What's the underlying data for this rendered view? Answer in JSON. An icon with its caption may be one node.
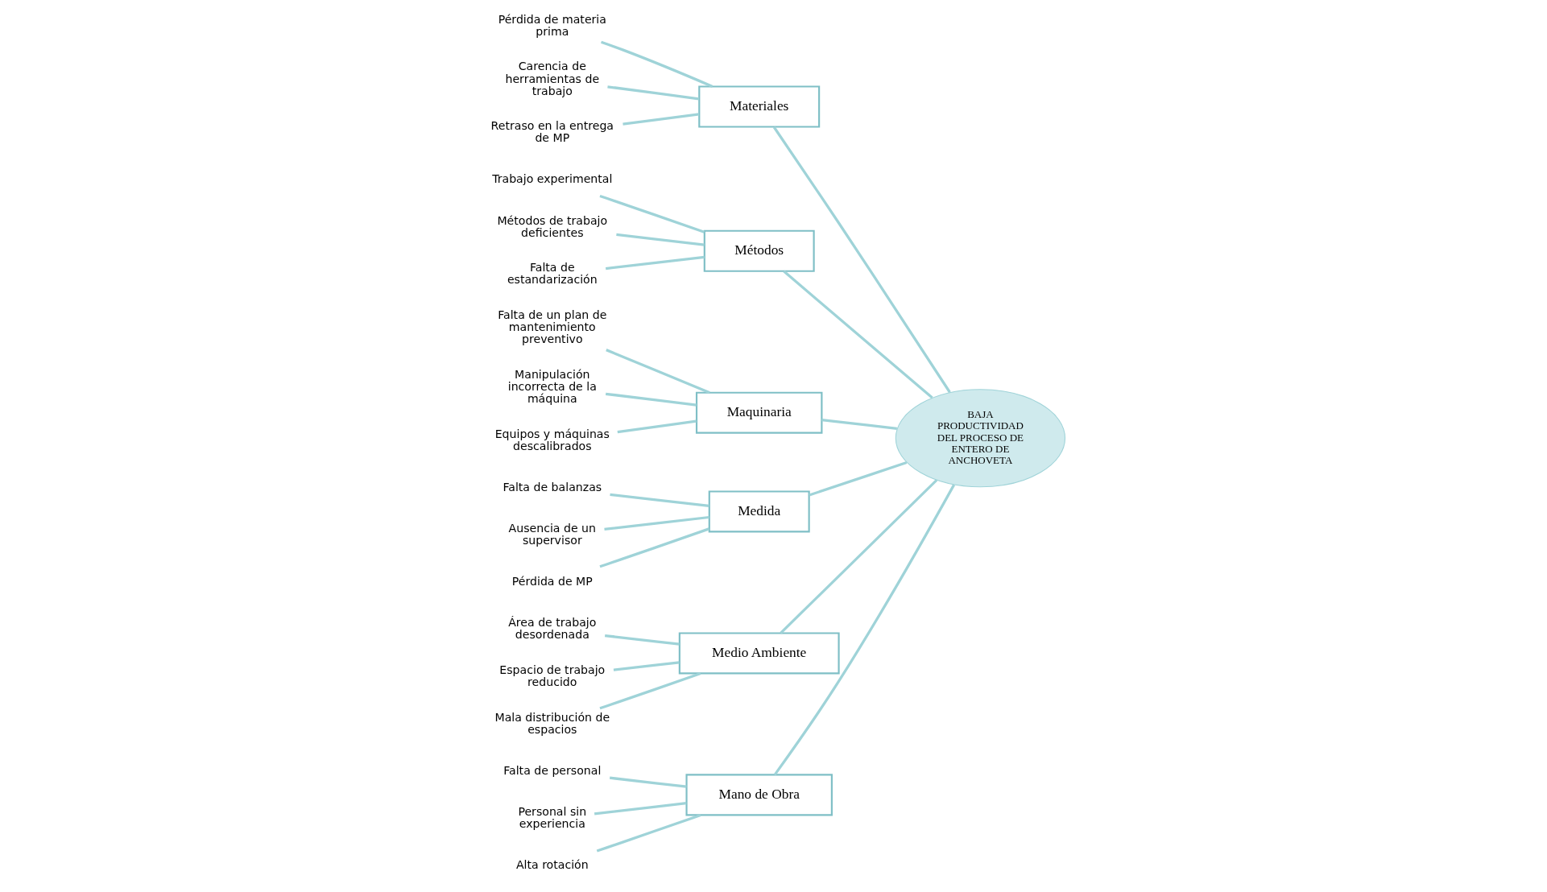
{
  "diagram": {
    "nodes": [
      {
        "text": [
          "Mano de Obra"
        ]
      },
      {
        "text": [
          "Falta de personal"
        ]
      },
      {
        "text": [
          "Personal sin experiencia"
        ]
      },
      {
        "text": [
          "Alta rotación"
        ]
      },
      {
        "text": [
          "Materiales"
        ]
      },
      {
        "text": [
          "Pérdida de materia prima"
        ]
      },
      {
        "text": [
          "Carencia de herramientas de trabajo"
        ]
      },
      {
        "text": [
          "Retraso en la entrega de MP"
        ]
      },
      {
        "text": [
          "Métodos"
        ]
      },
      {
        "text": [
          "Trabajo experimental"
        ]
      },
      {
        "text": [
          "Métodos de trabajo deficientes"
        ]
      },
      {
        "text": [
          "Falta de estandarización"
        ]
      },
      {
        "text": [
          "BAJA PRODUCTIVIDAD DEL PROCESO DE ENTERO DE ANCHOVETA"
        ]
      },
      {
        "text": [
          "Maquinaria"
        ]
      },
      {
        "text": [
          "Falta de un plan de mantenimiento preventivo"
        ]
      },
      {
        "text": [
          "Manipulación incorrecta de la máquina"
        ]
      },
      {
        "text": [
          "Equipos y máquinas descalibrados"
        ]
      },
      {
        "text": [
          "Medida"
        ]
      },
      {
        "text": [
          "Falta de balanzas"
        ]
      },
      {
        "text": [
          "Ausencia de un supervisor"
        ]
      },
      {
        "text": [
          "Pérdida de MP"
        ]
      },
      {
        "text": [
          "Medio Ambiente"
        ]
      },
      {
        "text": [
          "Área de trabajo desordenada"
        ]
      },
      {
        "text": [
          "Espacio de trabajo reducido"
        ]
      },
      {
        "text": [
          "Mala distribución de espacios"
        ]
      }
    ],
    "edges": [
      {
        "from": 1,
        "to": 0,
        "arrow": "none"
      },
      {
        "from": 2,
        "to": 0,
        "arrow": "none"
      },
      {
        "from": 3,
        "to": 0,
        "arrow": "none"
      },
      {
        "from": 5,
        "to": 4,
        "arrow": "none"
      },
      {
        "from": 6,
        "to": 4,
        "arrow": "none"
      },
      {
        "from": 7,
        "to": 4,
        "arrow": "none"
      },
      {
        "from": 9,
        "to": 8,
        "arrow": "none"
      },
      {
        "from": 10,
        "to": 8,
        "arrow": "none"
      },
      {
        "from": 11,
        "to": 8,
        "arrow": "none"
      },
      {
        "from": 0,
        "to": 12,
        "arrow": "none"
      },
      {
        "from": 4,
        "to": 12,
        "arrow": "none"
      },
      {
        "from": 8,
        "to": 12,
        "arrow": "none"
      },
      {
        "from": 13,
        "to": 12,
        "arrow": "none"
      },
      {
        "from": 17,
        "to": 12,
        "arrow": "none"
      },
      {
        "from": 21,
        "to": 12,
        "arrow": "none"
      },
      {
        "from": 14,
        "to": 13,
        "arrow": "none"
      },
      {
        "from": 15,
        "to": 13,
        "arrow": "none"
      },
      {
        "from": 16,
        "to": 13,
        "arrow": "none"
      },
      {
        "from": 18,
        "to": 17,
        "arrow": "none"
      },
      {
        "from": 19,
        "to": 17,
        "arrow": "none"
      },
      {
        "from": 20,
        "to": 17,
        "arrow": "none"
      },
      {
        "from": 22,
        "to": 21,
        "arrow": "none"
      },
      {
        "from": 23,
        "to": 21,
        "arrow": "none"
      },
      {
        "from": 24,
        "to": 21,
        "arrow": "none"
      }
    ]
  }
}
